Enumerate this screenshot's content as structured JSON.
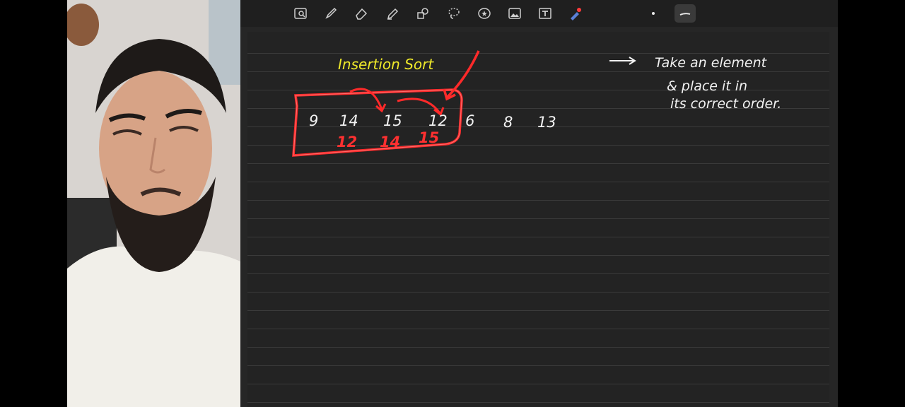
{
  "toolbar": {
    "tools": [
      {
        "name": "image-search-icon"
      },
      {
        "name": "pen-icon"
      },
      {
        "name": "eraser-icon"
      },
      {
        "name": "highlighter-icon"
      },
      {
        "name": "shapes-icon"
      },
      {
        "name": "lasso-icon"
      },
      {
        "name": "sticker-icon"
      },
      {
        "name": "image-icon"
      },
      {
        "name": "text-icon"
      },
      {
        "name": "laser-pointer-icon"
      },
      {
        "name": "dot-size-icon"
      },
      {
        "name": "stroke-style-icon"
      }
    ]
  },
  "note": {
    "title": "Insertion Sort",
    "array_row": [
      "9",
      "14",
      "15",
      "12",
      "6",
      "8",
      "13"
    ],
    "sorted_row": [
      "12",
      "14",
      "15"
    ],
    "explanation_lines": [
      "Take an element",
      "& place it in",
      "its correct order."
    ]
  },
  "colors": {
    "title": "#f0ea2a",
    "chalk": "#f2f2f2",
    "laser": "#ff2a2a",
    "background": "#262626"
  }
}
